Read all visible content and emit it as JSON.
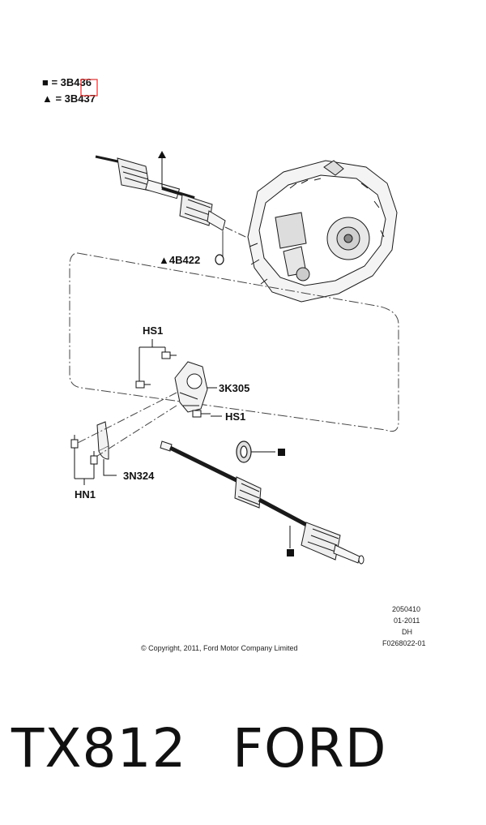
{
  "legend": {
    "square_ref": "■ = 3B436",
    "triangle_ref": "▲ = 3B437"
  },
  "callouts": {
    "part_4b422": "▲4B422",
    "hs1_top": "HS1",
    "part_3k305": "3K305",
    "hs1_right": "HS1",
    "part_3n324": "3N324",
    "hn1": "HN1"
  },
  "info_block": {
    "line1": "2050410",
    "line2": "01-2011",
    "line3": "DH",
    "line4": "F0268022-01"
  },
  "copyright": "© Copyright, 2011, Ford Motor Company Limited",
  "caption": {
    "left": "TX812",
    "right": "FORD"
  },
  "colors": {
    "ink": "#1a1a1a",
    "highlight": "#e03030"
  }
}
